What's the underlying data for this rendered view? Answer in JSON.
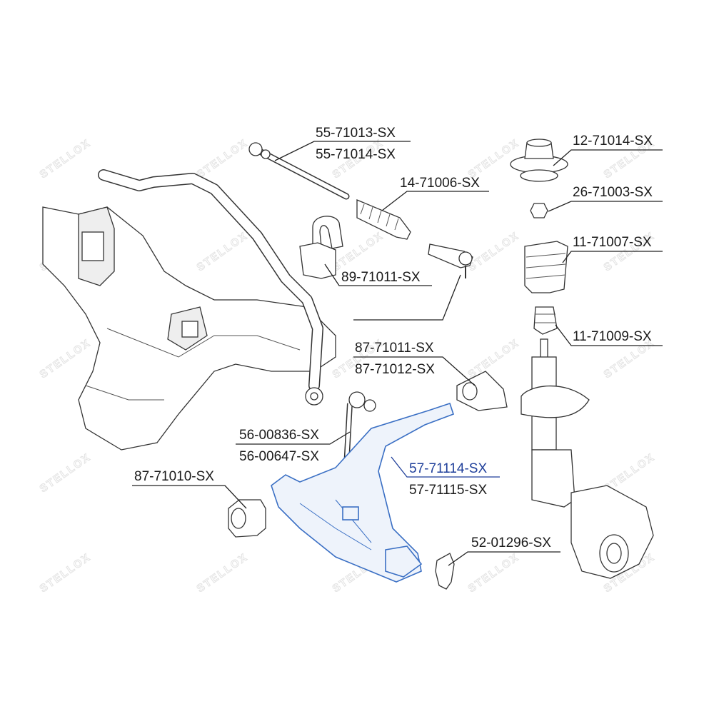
{
  "diagram": {
    "brand_watermark": "STELLOX",
    "highlight_color": "#1f3f9a",
    "line_color": "#222222",
    "part_labels": {
      "p55_71013": "55-71013-SX",
      "p55_71014": "55-71014-SX",
      "p14_71006": "14-71006-SX",
      "p89_71011": "89-71011-SX",
      "p12_71014": "12-71014-SX",
      "p26_71003": "26-71003-SX",
      "p11_71007": "11-71007-SX",
      "p11_71009": "11-71009-SX",
      "p87_71011": "87-71011-SX",
      "p87_71012": "87-71012-SX",
      "p56_00836": "56-00836-SX",
      "p56_00647": "56-00647-SX",
      "p57_71114": "57-71114-SX",
      "p57_71115": "57-71115-SX",
      "p87_71010": "87-71010-SX",
      "p52_01296": "52-01296-SX"
    }
  }
}
